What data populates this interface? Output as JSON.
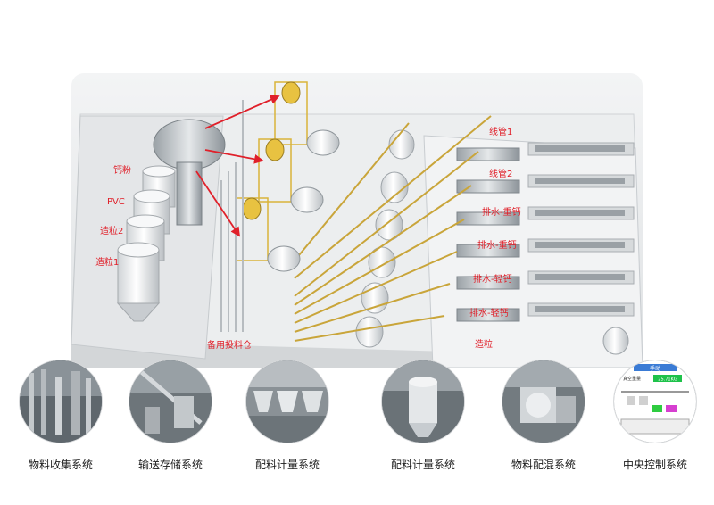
{
  "colors": {
    "label": "#e0202a",
    "arrow": "#e0202a",
    "equipment": "#e9ebed",
    "frame": "#d9b43a",
    "floor": "#eef0f1"
  },
  "plant_labels": [
    {
      "id": "calcium",
      "text": "钙粉"
    },
    {
      "id": "pvc",
      "text": "PVC"
    },
    {
      "id": "pellet2",
      "text": "造粒2"
    },
    {
      "id": "pellet1",
      "text": "造粒1"
    },
    {
      "id": "spare-bin",
      "text": "备用投料仓"
    },
    {
      "id": "line1",
      "text": "线管1"
    },
    {
      "id": "line2",
      "text": "线管2"
    },
    {
      "id": "drain-heavy-1",
      "text": "排水-重钙"
    },
    {
      "id": "drain-heavy-2",
      "text": "排水-重钙"
    },
    {
      "id": "drain-light-1",
      "text": "排水-轻钙"
    },
    {
      "id": "drain-light-2",
      "text": "排水-轻钙"
    },
    {
      "id": "pelletizing",
      "text": "造粒"
    }
  ],
  "systems": [
    {
      "id": "collection",
      "label": "物料收集系统"
    },
    {
      "id": "conveying",
      "label": "输送存储系统"
    },
    {
      "id": "batching-1",
      "label": "配料计量系统"
    },
    {
      "id": "batching-2",
      "label": "配料计量系统"
    },
    {
      "id": "mixing",
      "label": "物料配混系统"
    },
    {
      "id": "control",
      "label": "中央控制系统"
    }
  ],
  "control_panel": {
    "title": "手动",
    "weight_label": "真空重量",
    "weight_value": "25.71KG"
  }
}
